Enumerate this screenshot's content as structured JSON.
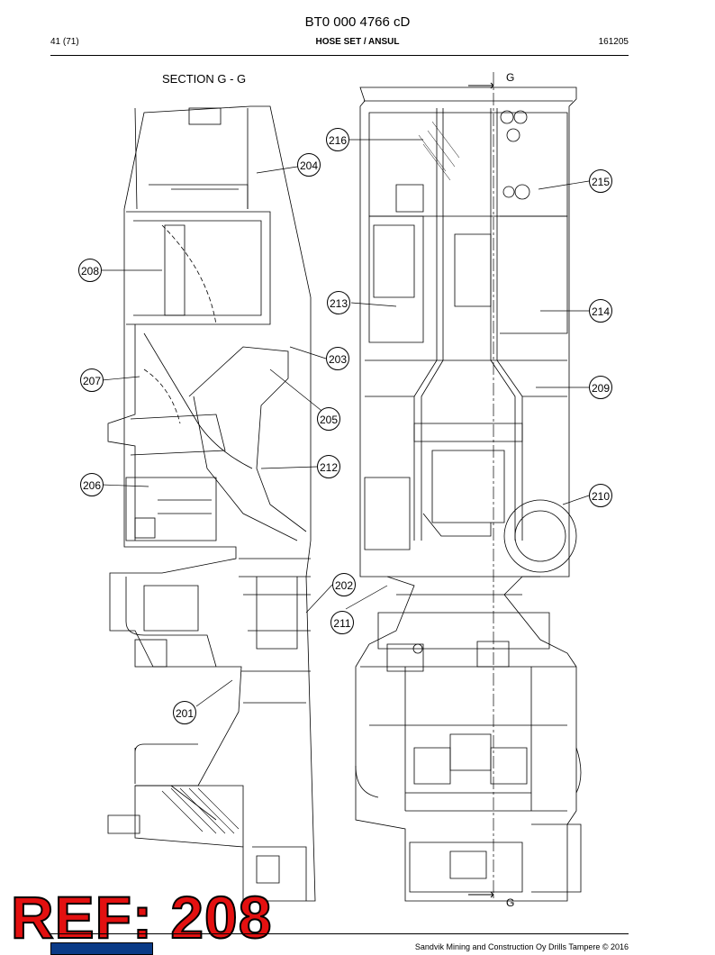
{
  "header": {
    "doc_id": "BT0 000 4766 cD",
    "page": "41 (71)",
    "subject": "HOSE SET / ANSUL",
    "date": "161205"
  },
  "drawing": {
    "section_label": "SECTION G - G",
    "section_marks": [
      "G",
      "G"
    ],
    "callouts": {
      "c201": "201",
      "c202": "202",
      "c203": "203",
      "c204": "204",
      "c205": "205",
      "c206": "206",
      "c207": "207",
      "c208": "208",
      "c209": "209",
      "c210": "210",
      "c211": "211",
      "c212": "212",
      "c213": "213",
      "c214": "214",
      "c215": "215",
      "c216": "216"
    }
  },
  "overlay": {
    "ref_text": "REF: 208"
  },
  "footer": {
    "copyright": "Sandvik Mining and Construction Oy Drills Tampere © 2016"
  }
}
